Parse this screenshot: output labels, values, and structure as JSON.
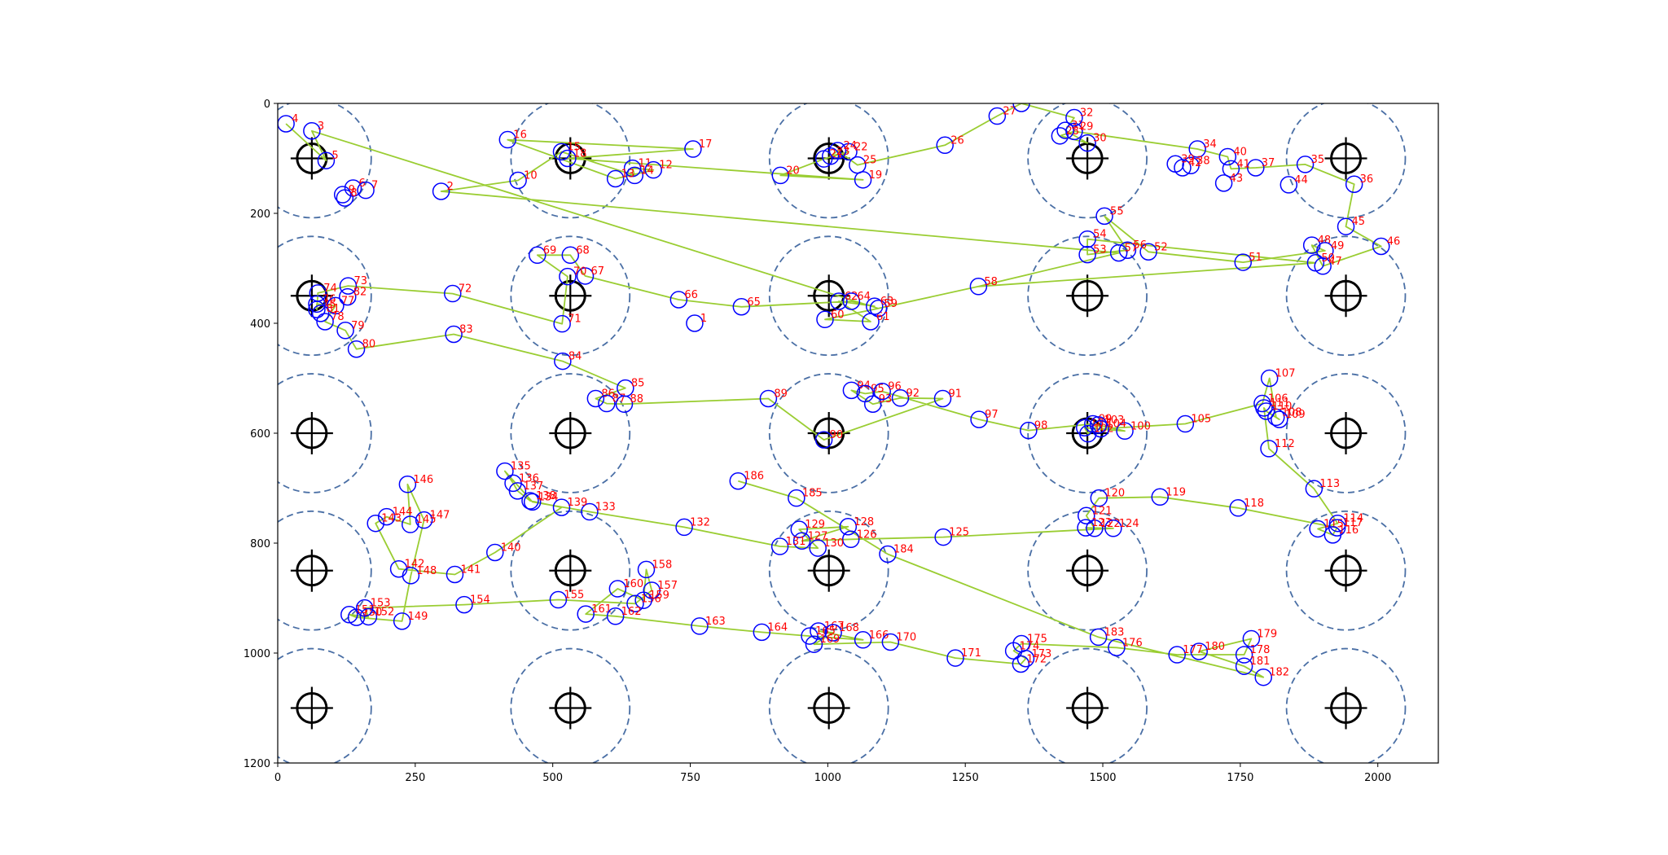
{
  "chart_data": {
    "type": "scatter",
    "title": "",
    "xlabel": "",
    "ylabel": "",
    "xlim": [
      0,
      2110
    ],
    "ylim": [
      1200,
      0
    ],
    "y_inverted": true,
    "grid": false,
    "x_ticks": [
      0,
      250,
      500,
      750,
      1000,
      1250,
      1500,
      1750,
      2000
    ],
    "y_ticks": [
      0,
      200,
      400,
      600,
      800,
      1000,
      1200
    ],
    "colors": {
      "path": "#9acd32",
      "point": "#0000ff",
      "label": "#ff0000",
      "target": "#000000",
      "range": "#4a6fa5"
    },
    "targets": {
      "x": [
        62,
        532,
        1002,
        1472,
        1942
      ],
      "y": [
        100,
        350,
        600,
        850,
        1100
      ],
      "range_radius": 108
    },
    "route": [
      4,
      5,
      3,
      59,
      58,
      57,
      2,
      10,
      15,
      14,
      11,
      12,
      13,
      16,
      17,
      18,
      19,
      20,
      21,
      22,
      23,
      24,
      25,
      26,
      27,
      33,
      32,
      31,
      30,
      28,
      29,
      34,
      40,
      41,
      37,
      35,
      36,
      45,
      46,
      47,
      48,
      49,
      51,
      52,
      55,
      56,
      53,
      54,
      50,
      58,
      59,
      60,
      61,
      62,
      63,
      64,
      65,
      66,
      67,
      68,
      69,
      70,
      71,
      72,
      73,
      74,
      75,
      76,
      77,
      78,
      79,
      80,
      83,
      84,
      85,
      86,
      87,
      88,
      89,
      90,
      91,
      92,
      93,
      94,
      95,
      96,
      97,
      98,
      99,
      100,
      101,
      102,
      103,
      104,
      105,
      106,
      107,
      108,
      109,
      110,
      111,
      112,
      113,
      114,
      115,
      116,
      117,
      118,
      119,
      120,
      121,
      122,
      123,
      124,
      125,
      126,
      127,
      128,
      129,
      130,
      131,
      132,
      133,
      134,
      135,
      136,
      137,
      138,
      139,
      140,
      141,
      142,
      143,
      144,
      145,
      146,
      147,
      148,
      149,
      150,
      151,
      152,
      153,
      154,
      155,
      156,
      157,
      158,
      159,
      160,
      161,
      162,
      163,
      164,
      165,
      166,
      167,
      168,
      169,
      170,
      171,
      172,
      173,
      174,
      175,
      176,
      177,
      178,
      179,
      180,
      181,
      182,
      183,
      184,
      185,
      186
    ],
    "points": [
      {
        "label": "1",
        "x": 758,
        "y": 400
      },
      {
        "label": "2",
        "x": 297,
        "y": 160
      },
      {
        "label": "3",
        "x": 62,
        "y": 50
      },
      {
        "label": "4",
        "x": 15,
        "y": 37
      },
      {
        "label": "5",
        "x": 88,
        "y": 104
      },
      {
        "label": "6",
        "x": 137,
        "y": 154
      },
      {
        "label": "7",
        "x": 160,
        "y": 158
      },
      {
        "label": "8",
        "x": 122,
        "y": 172
      },
      {
        "label": "9",
        "x": 118,
        "y": 166
      },
      {
        "label": "10",
        "x": 437,
        "y": 140
      },
      {
        "label": "11",
        "x": 645,
        "y": 118
      },
      {
        "label": "12",
        "x": 683,
        "y": 121
      },
      {
        "label": "13",
        "x": 614,
        "y": 137
      },
      {
        "label": "14",
        "x": 649,
        "y": 131
      },
      {
        "label": "15",
        "x": 516,
        "y": 88
      },
      {
        "label": "16",
        "x": 418,
        "y": 66
      },
      {
        "label": "17",
        "x": 755,
        "y": 83
      },
      {
        "label": "18",
        "x": 527,
        "y": 100
      },
      {
        "label": "19",
        "x": 1064,
        "y": 139
      },
      {
        "label": "20",
        "x": 914,
        "y": 131
      },
      {
        "label": "21",
        "x": 993,
        "y": 101
      },
      {
        "label": "22",
        "x": 1038,
        "y": 88
      },
      {
        "label": "23",
        "x": 1005,
        "y": 96
      },
      {
        "label": "24",
        "x": 1018,
        "y": 86
      },
      {
        "label": "25",
        "x": 1054,
        "y": 112
      },
      {
        "label": "26",
        "x": 1213,
        "y": 76
      },
      {
        "label": "27",
        "x": 1308,
        "y": 23
      },
      {
        "label": "28",
        "x": 1422,
        "y": 59
      },
      {
        "label": "29",
        "x": 1448,
        "y": 51
      },
      {
        "label": "30",
        "x": 1472,
        "y": 72
      },
      {
        "label": "31",
        "x": 1432,
        "y": 49
      },
      {
        "label": "32",
        "x": 1448,
        "y": 26
      },
      {
        "label": "33",
        "x": 1352,
        "y": 0
      },
      {
        "label": "34",
        "x": 1672,
        "y": 83
      },
      {
        "label": "35",
        "x": 1868,
        "y": 111
      },
      {
        "label": "36",
        "x": 1957,
        "y": 147
      },
      {
        "label": "37",
        "x": 1778,
        "y": 117
      },
      {
        "label": "38",
        "x": 1660,
        "y": 113
      },
      {
        "label": "39",
        "x": 1632,
        "y": 110
      },
      {
        "label": "40",
        "x": 1727,
        "y": 97
      },
      {
        "label": "41",
        "x": 1733,
        "y": 119
      },
      {
        "label": "42",
        "x": 1645,
        "y": 117
      },
      {
        "label": "43",
        "x": 1720,
        "y": 145
      },
      {
        "label": "44",
        "x": 1838,
        "y": 148
      },
      {
        "label": "45",
        "x": 1942,
        "y": 224
      },
      {
        "label": "46",
        "x": 2006,
        "y": 260
      },
      {
        "label": "47",
        "x": 1900,
        "y": 296
      },
      {
        "label": "48",
        "x": 1880,
        "y": 258
      },
      {
        "label": "49",
        "x": 1904,
        "y": 268
      },
      {
        "label": "50",
        "x": 1887,
        "y": 290
      },
      {
        "label": "51",
        "x": 1755,
        "y": 289
      },
      {
        "label": "52",
        "x": 1583,
        "y": 270
      },
      {
        "label": "53",
        "x": 1472,
        "y": 275
      },
      {
        "label": "54",
        "x": 1472,
        "y": 247
      },
      {
        "label": "55",
        "x": 1503,
        "y": 205
      },
      {
        "label": "56",
        "x": 1545,
        "y": 267
      },
      {
        "label": "57",
        "x": 1529,
        "y": 272
      },
      {
        "label": "58",
        "x": 1274,
        "y": 333
      },
      {
        "label": "59",
        "x": 1092,
        "y": 373
      },
      {
        "label": "60",
        "x": 995,
        "y": 393
      },
      {
        "label": "61",
        "x": 1078,
        "y": 397
      },
      {
        "label": "62",
        "x": 1020,
        "y": 360
      },
      {
        "label": "63",
        "x": 1085,
        "y": 369
      },
      {
        "label": "64",
        "x": 1043,
        "y": 360
      },
      {
        "label": "65",
        "x": 843,
        "y": 370
      },
      {
        "label": "66",
        "x": 729,
        "y": 357
      },
      {
        "label": "67",
        "x": 559,
        "y": 314
      },
      {
        "label": "68",
        "x": 532,
        "y": 276
      },
      {
        "label": "69",
        "x": 472,
        "y": 276
      },
      {
        "label": "70",
        "x": 527,
        "y": 315
      },
      {
        "label": "71",
        "x": 517,
        "y": 401
      },
      {
        "label": "72",
        "x": 318,
        "y": 346
      },
      {
        "label": "73",
        "x": 128,
        "y": 332
      },
      {
        "label": "74",
        "x": 73,
        "y": 345
      },
      {
        "label": "75",
        "x": 71,
        "y": 375
      },
      {
        "label": "76",
        "x": 71,
        "y": 365
      },
      {
        "label": "77",
        "x": 105,
        "y": 368
      },
      {
        "label": "78",
        "x": 86,
        "y": 397
      },
      {
        "label": "79",
        "x": 123,
        "y": 413
      },
      {
        "label": "80",
        "x": 143,
        "y": 447
      },
      {
        "label": "81",
        "x": 78,
        "y": 382
      },
      {
        "label": "82",
        "x": 127,
        "y": 352
      },
      {
        "label": "83",
        "x": 320,
        "y": 420
      },
      {
        "label": "84",
        "x": 518,
        "y": 469
      },
      {
        "label": "85",
        "x": 632,
        "y": 518
      },
      {
        "label": "86",
        "x": 578,
        "y": 537
      },
      {
        "label": "87",
        "x": 598,
        "y": 546
      },
      {
        "label": "88",
        "x": 630,
        "y": 547
      },
      {
        "label": "89",
        "x": 892,
        "y": 537
      },
      {
        "label": "90",
        "x": 993,
        "y": 612
      },
      {
        "label": "91",
        "x": 1209,
        "y": 537
      },
      {
        "label": "92",
        "x": 1132,
        "y": 536
      },
      {
        "label": "93",
        "x": 1082,
        "y": 547
      },
      {
        "label": "94",
        "x": 1043,
        "y": 522
      },
      {
        "label": "95",
        "x": 1068,
        "y": 528
      },
      {
        "label": "96",
        "x": 1099,
        "y": 524
      },
      {
        "label": "97",
        "x": 1275,
        "y": 575
      },
      {
        "label": "98",
        "x": 1365,
        "y": 595
      },
      {
        "label": "99",
        "x": 1482,
        "y": 583
      },
      {
        "label": "100",
        "x": 1540,
        "y": 596
      },
      {
        "label": "101",
        "x": 1467,
        "y": 590
      },
      {
        "label": "102",
        "x": 1473,
        "y": 601
      },
      {
        "label": "103",
        "x": 1492,
        "y": 585
      },
      {
        "label": "104",
        "x": 1496,
        "y": 592
      },
      {
        "label": "105",
        "x": 1650,
        "y": 583
      },
      {
        "label": "106",
        "x": 1790,
        "y": 546
      },
      {
        "label": "107",
        "x": 1803,
        "y": 500
      },
      {
        "label": "108",
        "x": 1815,
        "y": 571
      },
      {
        "label": "109",
        "x": 1821,
        "y": 575
      },
      {
        "label": "110",
        "x": 1797,
        "y": 560
      },
      {
        "label": "111",
        "x": 1793,
        "y": 554
      },
      {
        "label": "112",
        "x": 1802,
        "y": 628
      },
      {
        "label": "113",
        "x": 1884,
        "y": 701
      },
      {
        "label": "114",
        "x": 1927,
        "y": 764
      },
      {
        "label": "115",
        "x": 1891,
        "y": 774
      },
      {
        "label": "116",
        "x": 1918,
        "y": 785
      },
      {
        "label": "117",
        "x": 1926,
        "y": 772
      },
      {
        "label": "118",
        "x": 1746,
        "y": 736
      },
      {
        "label": "119",
        "x": 1604,
        "y": 716
      },
      {
        "label": "120",
        "x": 1493,
        "y": 718
      },
      {
        "label": "121",
        "x": 1470,
        "y": 750
      },
      {
        "label": "122",
        "x": 1485,
        "y": 773
      },
      {
        "label": "123",
        "x": 1469,
        "y": 772
      },
      {
        "label": "124",
        "x": 1519,
        "y": 773
      },
      {
        "label": "125",
        "x": 1210,
        "y": 789
      },
      {
        "label": "126",
        "x": 1042,
        "y": 793
      },
      {
        "label": "127",
        "x": 953,
        "y": 796
      },
      {
        "label": "128",
        "x": 1037,
        "y": 770
      },
      {
        "label": "129",
        "x": 948,
        "y": 775
      },
      {
        "label": "130",
        "x": 982,
        "y": 809
      },
      {
        "label": "131",
        "x": 913,
        "y": 806
      },
      {
        "label": "132",
        "x": 739,
        "y": 771
      },
      {
        "label": "133",
        "x": 567,
        "y": 743
      },
      {
        "label": "134",
        "x": 463,
        "y": 725
      },
      {
        "label": "135",
        "x": 413,
        "y": 669
      },
      {
        "label": "136",
        "x": 428,
        "y": 691
      },
      {
        "label": "137",
        "x": 436,
        "y": 705
      },
      {
        "label": "138",
        "x": 459,
        "y": 723
      },
      {
        "label": "139",
        "x": 516,
        "y": 735
      },
      {
        "label": "140",
        "x": 395,
        "y": 817
      },
      {
        "label": "141",
        "x": 322,
        "y": 857
      },
      {
        "label": "142",
        "x": 220,
        "y": 847
      },
      {
        "label": "143",
        "x": 178,
        "y": 764
      },
      {
        "label": "144",
        "x": 198,
        "y": 752
      },
      {
        "label": "145",
        "x": 241,
        "y": 766
      },
      {
        "label": "146",
        "x": 236,
        "y": 693
      },
      {
        "label": "147",
        "x": 266,
        "y": 758
      },
      {
        "label": "148",
        "x": 242,
        "y": 859
      },
      {
        "label": "149",
        "x": 226,
        "y": 942
      },
      {
        "label": "150",
        "x": 143,
        "y": 935
      },
      {
        "label": "151",
        "x": 130,
        "y": 930
      },
      {
        "label": "152",
        "x": 165,
        "y": 934
      },
      {
        "label": "153",
        "x": 158,
        "y": 918
      },
      {
        "label": "154",
        "x": 339,
        "y": 912
      },
      {
        "label": "155",
        "x": 510,
        "y": 903
      },
      {
        "label": "156",
        "x": 650,
        "y": 910
      },
      {
        "label": "157",
        "x": 680,
        "y": 886
      },
      {
        "label": "158",
        "x": 670,
        "y": 848
      },
      {
        "label": "159",
        "x": 665,
        "y": 904
      },
      {
        "label": "160",
        "x": 618,
        "y": 883
      },
      {
        "label": "161",
        "x": 560,
        "y": 929
      },
      {
        "label": "162",
        "x": 614,
        "y": 933
      },
      {
        "label": "163",
        "x": 767,
        "y": 951
      },
      {
        "label": "164",
        "x": 880,
        "y": 962
      },
      {
        "label": "165",
        "x": 967,
        "y": 969
      },
      {
        "label": "166",
        "x": 1064,
        "y": 976
      },
      {
        "label": "167",
        "x": 983,
        "y": 960
      },
      {
        "label": "168",
        "x": 1010,
        "y": 963
      },
      {
        "label": "169",
        "x": 975,
        "y": 984
      },
      {
        "label": "170",
        "x": 1114,
        "y": 980
      },
      {
        "label": "171",
        "x": 1232,
        "y": 1009
      },
      {
        "label": "172",
        "x": 1351,
        "y": 1020
      },
      {
        "label": "173",
        "x": 1360,
        "y": 1010
      },
      {
        "label": "174",
        "x": 1338,
        "y": 996
      },
      {
        "label": "175",
        "x": 1352,
        "y": 983
      },
      {
        "label": "176",
        "x": 1525,
        "y": 990
      },
      {
        "label": "177",
        "x": 1635,
        "y": 1003
      },
      {
        "label": "178",
        "x": 1757,
        "y": 1003
      },
      {
        "label": "179",
        "x": 1770,
        "y": 974
      },
      {
        "label": "180",
        "x": 1675,
        "y": 997
      },
      {
        "label": "181",
        "x": 1757,
        "y": 1024
      },
      {
        "label": "182",
        "x": 1792,
        "y": 1044
      },
      {
        "label": "183",
        "x": 1492,
        "y": 971
      },
      {
        "label": "184",
        "x": 1109,
        "y": 820
      },
      {
        "label": "185",
        "x": 943,
        "y": 718
      },
      {
        "label": "186",
        "x": 837,
        "y": 687
      }
    ]
  }
}
